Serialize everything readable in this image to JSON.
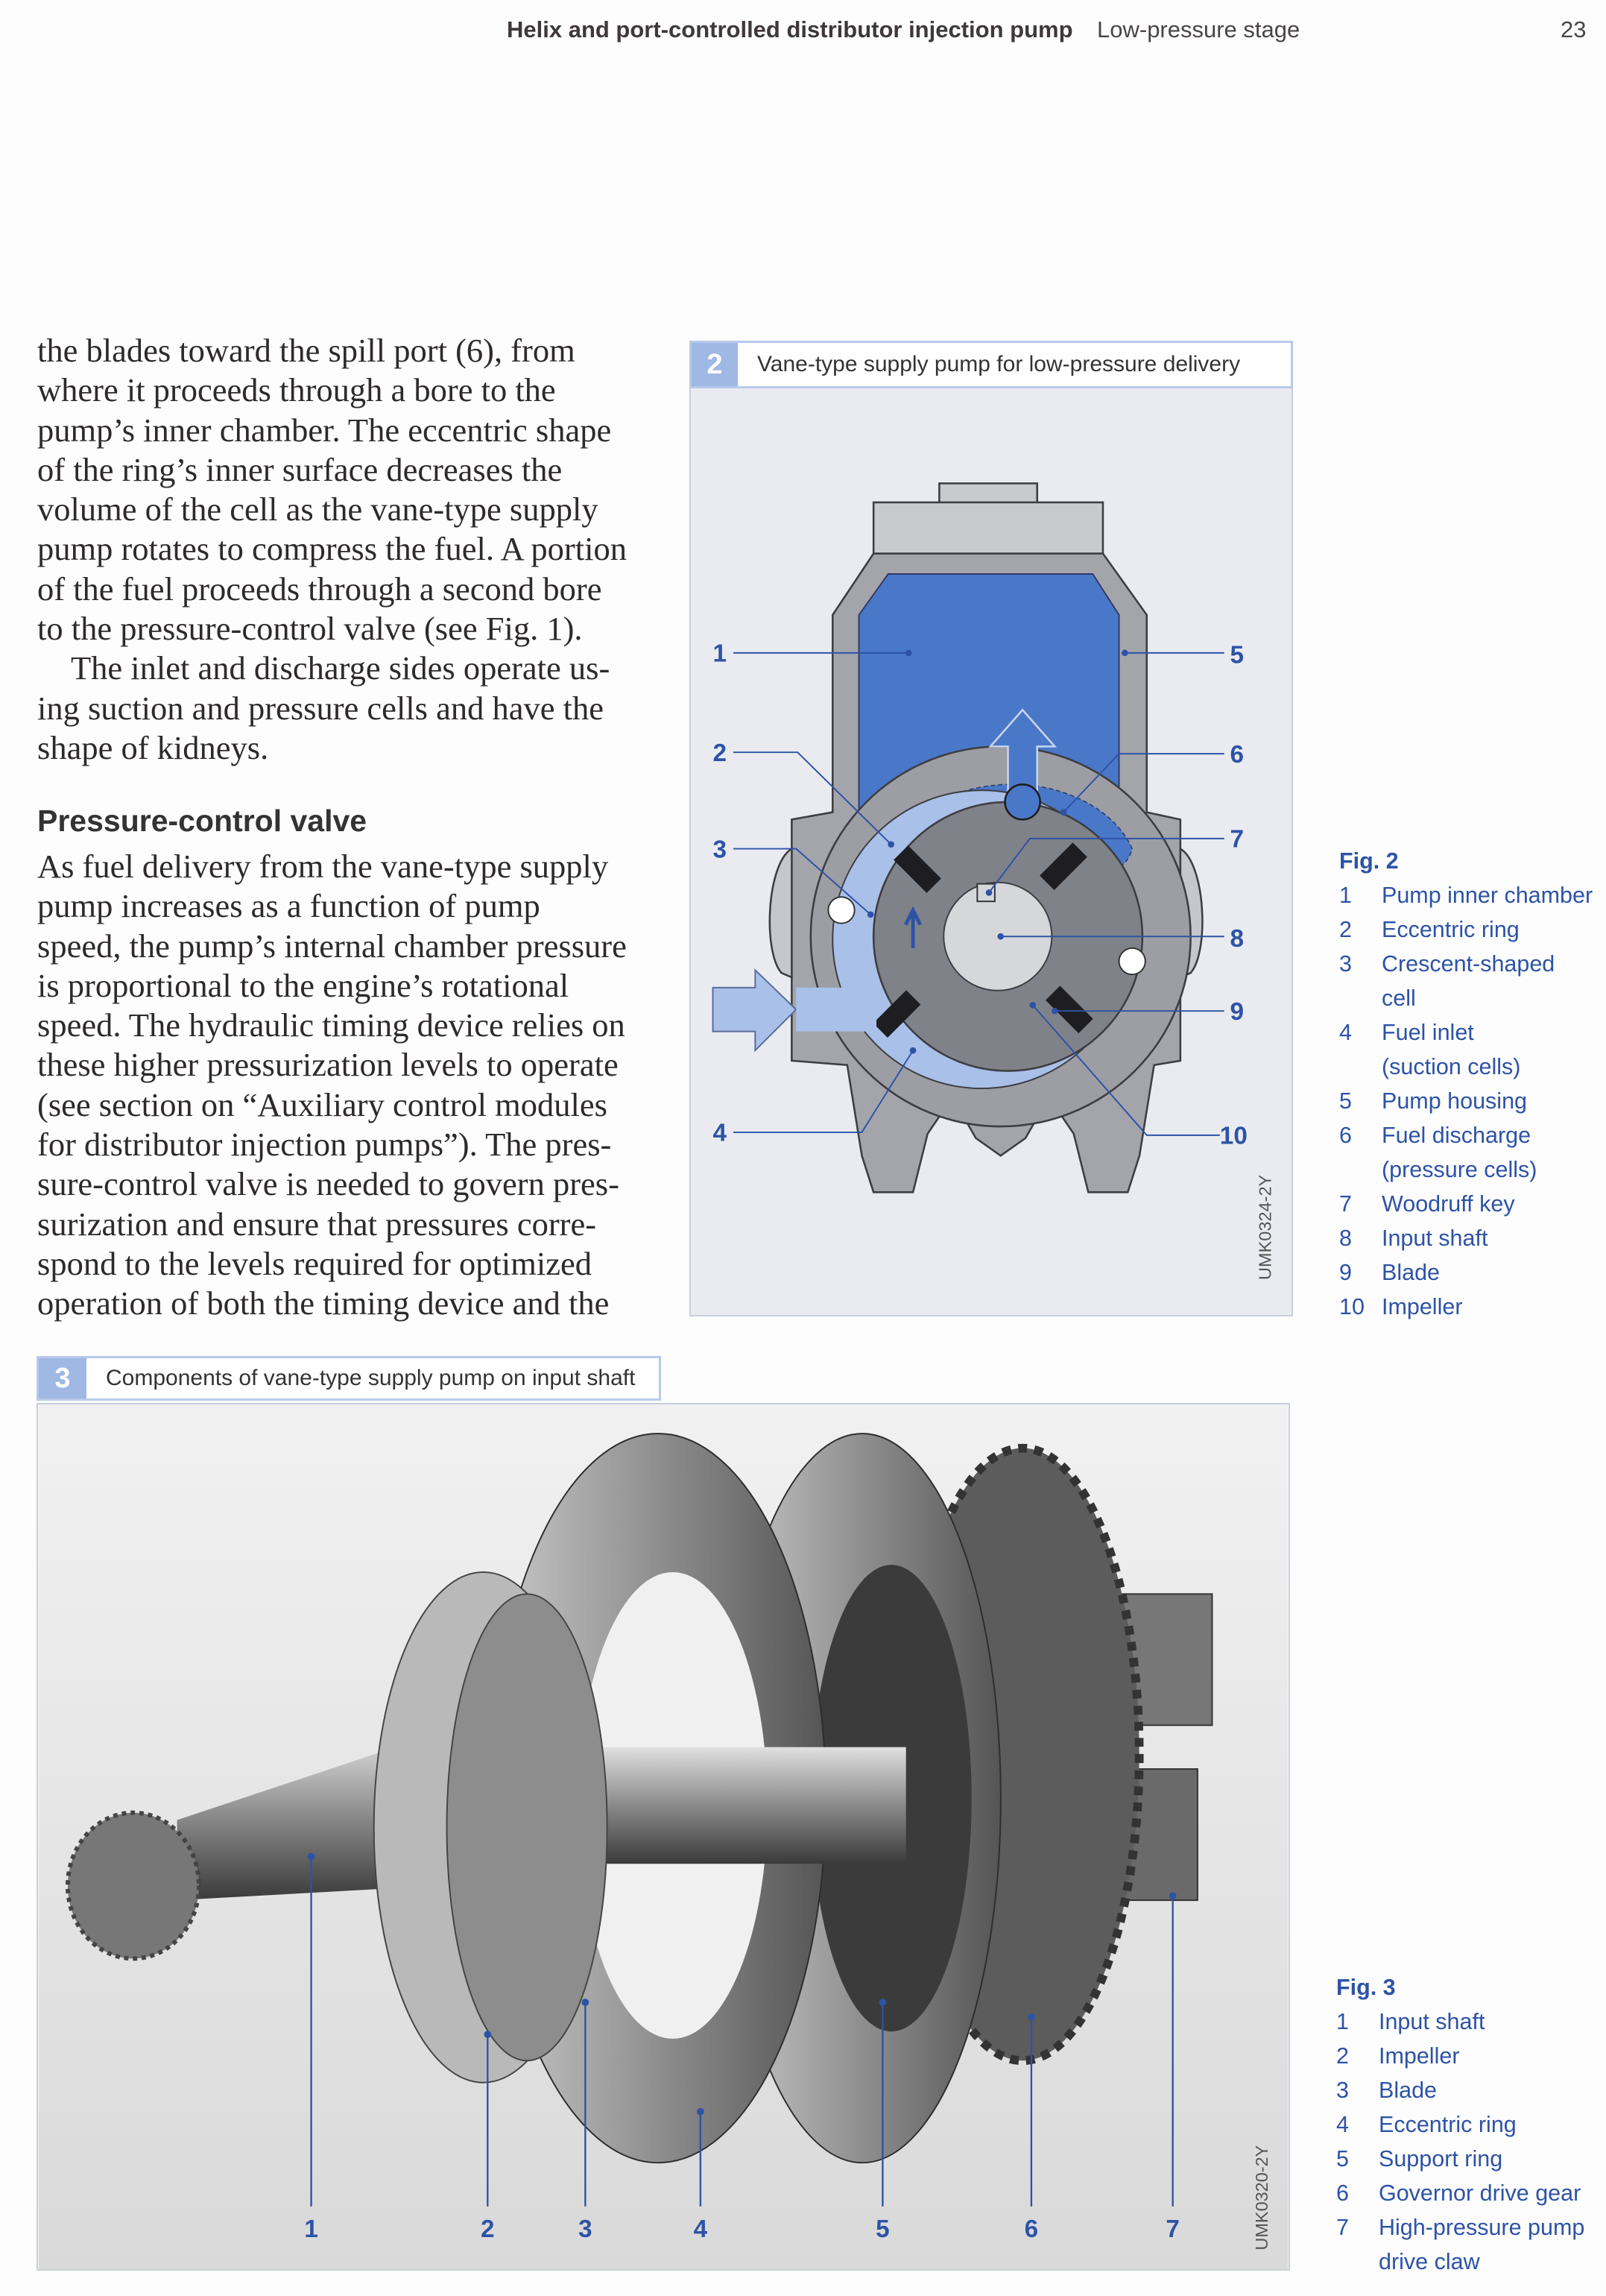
{
  "header": {
    "chapter": "Helix and port-controlled distributor injection pump",
    "section": "Low-pressure stage",
    "page_number": "23"
  },
  "body": {
    "para1_lines": [
      "the blades toward the spill port (6), from",
      "where it proceeds through a bore to the",
      "pump’s inner chamber. The eccentric shape",
      "of the ring’s inner surface decreases the",
      "volume of the cell as the vane-type supply",
      "pump rotates to compress the fuel. A portion",
      "of the fuel proceeds through a second bore",
      "to the pressure-control valve (see Fig. 1)."
    ],
    "para2_lines": [
      "The inlet and discharge sides operate us-",
      "ing suction and pressure cells and have the",
      "shape of kidneys."
    ],
    "heading": "Pressure-control valve",
    "para3_lines": [
      "As fuel delivery from the vane-type supply",
      "pump increases as a function of pump",
      "speed, the pump’s internal chamber pressure",
      "is proportional to the engine’s rotational",
      "speed. The hydraulic timing device relies on",
      "these higher pressurization levels to operate",
      "(see section on “Auxiliary control modules",
      "for distributor injection pumps”). The pres-",
      "sure-control valve is needed to govern pres-",
      "surization and ensure that pressures corre-",
      "spond to the levels required for optimized",
      "operation of both the timing device and the"
    ]
  },
  "fig2": {
    "number": "2",
    "title": "Vane-type supply pump for low-pressure delivery",
    "code": "UMK0324-2Y",
    "callouts": [
      "1",
      "2",
      "3",
      "4",
      "5",
      "6",
      "7",
      "8",
      "9",
      "10"
    ],
    "legend_title": "Fig. 2",
    "legend": [
      {
        "n": "1",
        "label": "Pump inner chamber"
      },
      {
        "n": "2",
        "label": "Eccentric ring"
      },
      {
        "n": "3",
        "label": "Crescent-shaped\ncell"
      },
      {
        "n": "4",
        "label": "Fuel inlet\n(suction cells)"
      },
      {
        "n": "5",
        "label": "Pump housing"
      },
      {
        "n": "6",
        "label": "Fuel discharge\n(pressure cells)"
      },
      {
        "n": "7",
        "label": "Woodruff key"
      },
      {
        "n": "8",
        "label": "Input shaft"
      },
      {
        "n": "9",
        "label": "Blade"
      },
      {
        "n": "10",
        "label": "Impeller"
      }
    ]
  },
  "fig3": {
    "number": "3",
    "title": "Components of vane-type supply pump on input shaft",
    "code": "UMK0320-2Y",
    "callouts": [
      "1",
      "2",
      "3",
      "4",
      "5",
      "6",
      "7"
    ],
    "legend_title": "Fig. 3",
    "legend": [
      {
        "n": "1",
        "label": "Input shaft"
      },
      {
        "n": "2",
        "label": "Impeller"
      },
      {
        "n": "3",
        "label": "Blade"
      },
      {
        "n": "4",
        "label": "Eccentric ring"
      },
      {
        "n": "5",
        "label": "Support ring"
      },
      {
        "n": "6",
        "label": "Governor drive gear"
      },
      {
        "n": "7",
        "label": "High-pressure pump\ndrive claw"
      }
    ]
  },
  "colors": {
    "accent": "#2d53a6",
    "fuel_blue": "#4a78c8",
    "light_blue": "#a9c0e8"
  }
}
